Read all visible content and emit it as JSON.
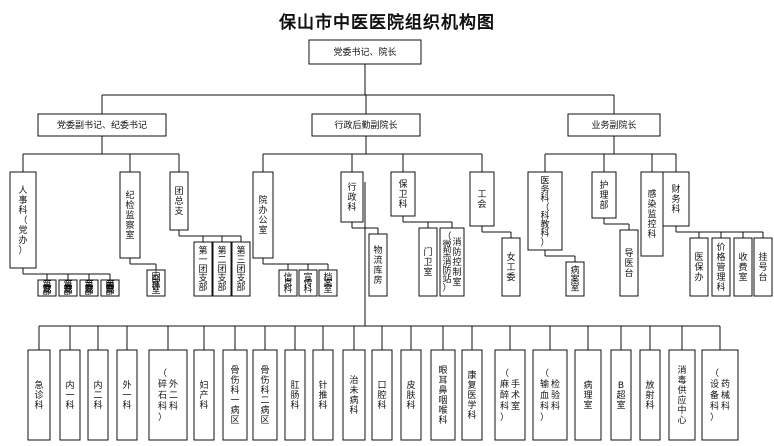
{
  "title": "保山市中医医院组织机构图",
  "top": {
    "label": "党委书记、院长"
  },
  "divisions": [
    {
      "label": "党委副书记、纪委书记",
      "units": [
        {
          "label": "人事科（党办）",
          "children": [
            "第一党支部",
            "第二党支部",
            "第三党支部",
            "第四党支部"
          ]
        },
        {
          "label": "纪检监察室",
          "children": [
            "内部审计室"
          ]
        },
        {
          "label": "团总支",
          "children": [
            "第一团支部",
            "第二团支部",
            "第三团支部"
          ]
        }
      ]
    },
    {
      "label": "行政后勤副院长",
      "units": [
        {
          "label": "院办公室",
          "children": [
            "信息科",
            "宣传科",
            "档案室"
          ]
        },
        {
          "label": "行政科",
          "children": [
            "物流库房"
          ]
        },
        {
          "label": "保卫科",
          "children": [
            "门卫室",
            "（微型消防站）消防控制室"
          ]
        },
        {
          "label": "工会",
          "children": [
            "女工委"
          ]
        }
      ]
    },
    {
      "label": "业务副院长",
      "units": [
        {
          "label": "医务科（科教科）",
          "children": [
            "病案室"
          ]
        },
        {
          "label": "护理部",
          "children": [
            "导医台"
          ]
        },
        {
          "label": "感染监控科",
          "children": []
        },
        {
          "label": "财务科",
          "children": [
            "医保办",
            "价格管理科",
            "收费室",
            "挂号台"
          ]
        }
      ]
    }
  ],
  "clinical": [
    "急诊科",
    "内一科",
    "内二科",
    "外一科",
    "（碎石科）外二科",
    "妇产科",
    "骨伤科一病区",
    "骨伤科二病区",
    "肛肠科",
    "针推科",
    "治未病科",
    "口腔科",
    "皮肤科",
    "眼耳鼻咽喉科",
    "康复医学科",
    "（麻醉科）手术室",
    "（输血科）检验科",
    "病理室",
    "B超室",
    "放射科",
    "消毒供应中心",
    "（设备科）药械科"
  ]
}
